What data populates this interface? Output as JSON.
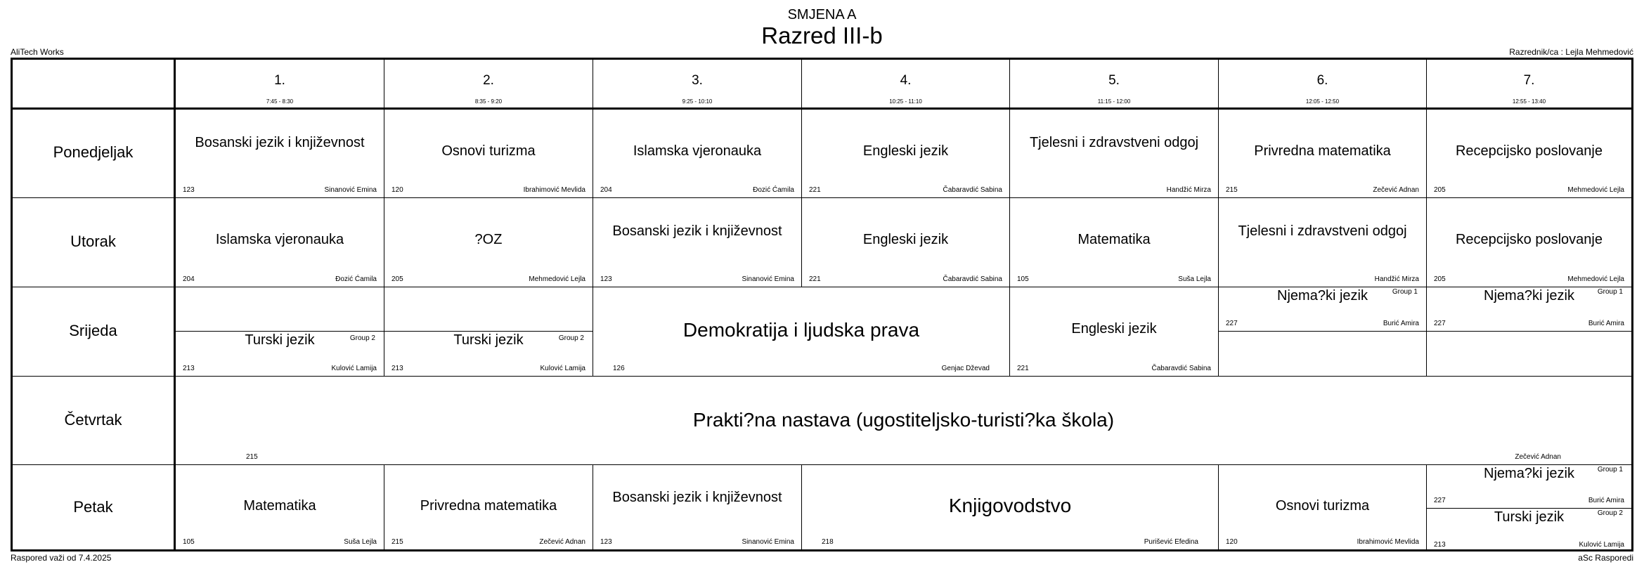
{
  "header": {
    "shift": "SMJENA A",
    "class_name": "Razred III-b",
    "school": "AliTech Works",
    "homeroom": "Razrednik/ca : Lejla Mehmedović"
  },
  "footer": {
    "valid_from": "Raspored važi od 7.4.2025",
    "software": "aSc Rasporedi"
  },
  "periods": [
    {
      "num": "1.",
      "time": "7:45 - 8:30"
    },
    {
      "num": "2.",
      "time": "8:35 - 9:20"
    },
    {
      "num": "3.",
      "time": "9:25 - 10:10"
    },
    {
      "num": "4.",
      "time": "10:25 - 11:10"
    },
    {
      "num": "5.",
      "time": "11:15 - 12:00"
    },
    {
      "num": "6.",
      "time": "12:05 - 12:50"
    },
    {
      "num": "7.",
      "time": "12:55 - 13:40"
    }
  ],
  "days": [
    "Ponedjeljak",
    "Utorak",
    "Srijeda",
    "Četvrtak",
    "Petak"
  ],
  "lessons": {
    "mon": [
      {
        "subject": "Bosanski jezik i književnost",
        "room": "123",
        "teacher": "Sinanović Emina"
      },
      {
        "subject": "Osnovi turizma",
        "room": "120",
        "teacher": "Ibrahimović Mevlida"
      },
      {
        "subject": "Islamska vjeronauka",
        "room": "204",
        "teacher": "Đozić Ćamila"
      },
      {
        "subject": "Engleski jezik",
        "room": "221",
        "teacher": "Čabaravdić Sabina"
      },
      {
        "subject": "Tjelesni i zdravstveni odgoj",
        "room": "",
        "teacher": "Handžić Mirza"
      },
      {
        "subject": "Privredna matematika",
        "room": "215",
        "teacher": "Zečević Adnan"
      },
      {
        "subject": "Recepcijsko poslovanje",
        "room": "205",
        "teacher": "Mehmedović Lejla"
      }
    ],
    "tue": [
      {
        "subject": "Islamska vjeronauka",
        "room": "204",
        "teacher": "Đozić Ćamila"
      },
      {
        "subject": "?OZ",
        "room": "205",
        "teacher": "Mehmedović Lejla"
      },
      {
        "subject": "Bosanski jezik i književnost",
        "room": "123",
        "teacher": "Sinanović Emina"
      },
      {
        "subject": "Engleski jezik",
        "room": "221",
        "teacher": "Čabaravdić Sabina"
      },
      {
        "subject": "Matematika",
        "room": "105",
        "teacher": "Suša Lejla"
      },
      {
        "subject": "Tjelesni i zdravstveni odgoj",
        "room": "",
        "teacher": "Handžić Mirza"
      },
      {
        "subject": "Recepcijsko poslovanje",
        "room": "205",
        "teacher": "Mehmedović Lejla"
      }
    ],
    "wed": {
      "turski1": {
        "subject": "Turski jezik",
        "group": "Group 2",
        "room": "213",
        "teacher": "Kulović Lamija"
      },
      "turski2": {
        "subject": "Turski jezik",
        "group": "Group 2",
        "room": "213",
        "teacher": "Kulović Lamija"
      },
      "demokratija": {
        "subject": "Demokratija i ljudska prava",
        "room": "126",
        "teacher": "Genjac Dževad"
      },
      "engleski": {
        "subject": "Engleski jezik",
        "room": "221",
        "teacher": "Čabaravdić Sabina"
      },
      "njemacki6": {
        "subject": "Njema?ki jezik",
        "group": "Group 1",
        "room": "227",
        "teacher": "Burić Amira"
      },
      "njemacki7": {
        "subject": "Njema?ki jezik",
        "group": "Group 1",
        "room": "227",
        "teacher": "Burić Amira"
      }
    },
    "thu": {
      "subject": "Prakti?na nastava (ugostiteljsko-turisti?ka škola)",
      "room": "215",
      "teacher": "Zečević Adnan"
    },
    "fri": {
      "p1": {
        "subject": "Matematika",
        "room": "105",
        "teacher": "Suša Lejla"
      },
      "p2": {
        "subject": "Privredna matematika",
        "room": "215",
        "teacher": "Zečević Adnan"
      },
      "p3": {
        "subject": "Bosanski jezik i književnost",
        "room": "123",
        "teacher": "Sinanović Emina"
      },
      "p45": {
        "subject": "Knjigovodstvo",
        "room": "218",
        "teacher": "Purišević Efedina"
      },
      "p6": {
        "subject": "Osnovi turizma",
        "room": "120",
        "teacher": "Ibrahimović Mevlida"
      },
      "p7a": {
        "subject": "Njema?ki jezik",
        "group": "Group 1",
        "room": "227",
        "teacher": "Burić Amira"
      },
      "p7b": {
        "subject": "Turski jezik",
        "group": "Group 2",
        "room": "213",
        "teacher": "Kulović Lamija"
      }
    }
  }
}
